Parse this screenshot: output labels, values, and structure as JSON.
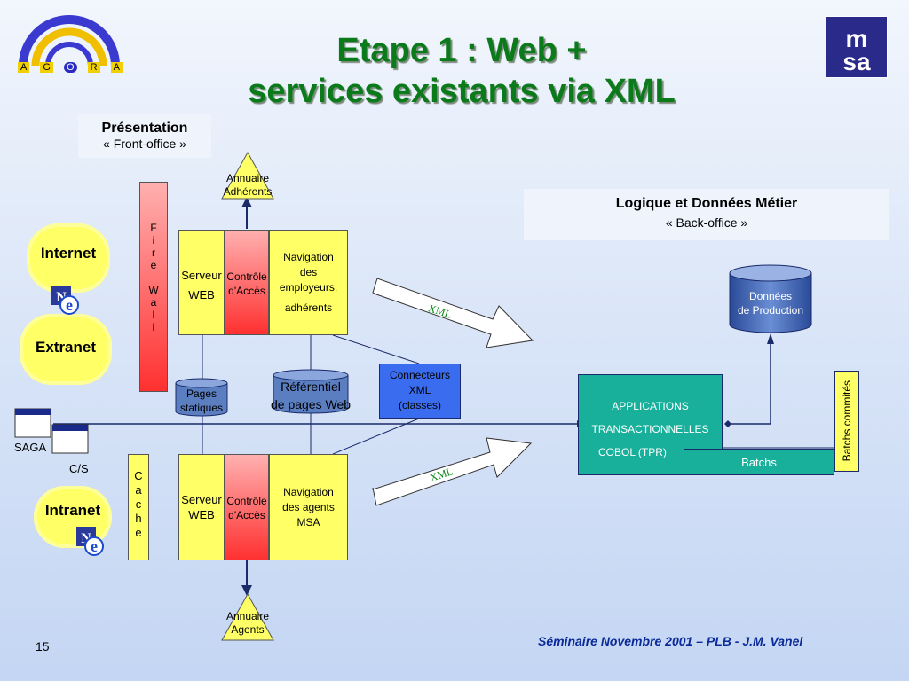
{
  "title": {
    "line1": "Etape 1 : Web +",
    "line2": "services existants via XML"
  },
  "logo_left": {
    "letters": [
      "A",
      "G",
      "O",
      "R",
      "A"
    ]
  },
  "presentation": {
    "title": "Présentation",
    "subtitle": "« Front-office »"
  },
  "backoffice": {
    "title": "Logique et Données Métier",
    "subtitle": "« Back-office »"
  },
  "firewall": {
    "letters": [
      "F",
      "i",
      "r",
      "e",
      "",
      "W",
      "a",
      "l",
      "l"
    ]
  },
  "cache": {
    "letters": [
      "C",
      "a",
      "c",
      "h",
      "e"
    ]
  },
  "annuaire_top": {
    "line1": "Annuaire",
    "line2": "Adhérents"
  },
  "annuaire_bottom": {
    "line1": "Annuaire",
    "line2": "Agents"
  },
  "internet": "Internet",
  "extranet": "Extranet",
  "intranet": "Intranet",
  "top_row": {
    "serveur1": "Serveur",
    "serveur2": "WEB",
    "controle1": "Contrôle",
    "controle2": "d'Accès",
    "nav": [
      "Navigation",
      "des",
      "employeurs,",
      "adhérents"
    ]
  },
  "bottom_row": {
    "serveur1": "Serveur",
    "serveur2": "WEB",
    "controle1": "Contrôle",
    "controle2": "d'Accès",
    "nav": [
      "Navigation",
      "des agents",
      "MSA"
    ]
  },
  "pages": {
    "line1": "Pages",
    "line2": "statiques"
  },
  "referentiel": {
    "line1": "Référentiel",
    "line2": "de pages Web"
  },
  "connecteurs": {
    "line1": "Connecteurs",
    "line2": "XML",
    "line3": "(classes)"
  },
  "xml_label": "XML",
  "donnees": {
    "line1": "Données",
    "line2": "de Production"
  },
  "applications": {
    "line1": "APPLICATIONS",
    "line2": "TRANSACTIONNELLES",
    "line3": "COBOL (TPR)"
  },
  "batchs": "Batchs",
  "batchs_commites": "Batchs commités",
  "saga": "SAGA",
  "cs": "C/S",
  "page_number": "15",
  "footer": "Séminaire Novembre 2001 – PLB - J.M. Vanel",
  "msa_logo": "msa",
  "colors": {
    "title_green": "#0a7a1a",
    "apps_teal": "#18b09a",
    "connector_blue": "#3a6cf0",
    "cylinder_blue": "#4a72b8"
  }
}
